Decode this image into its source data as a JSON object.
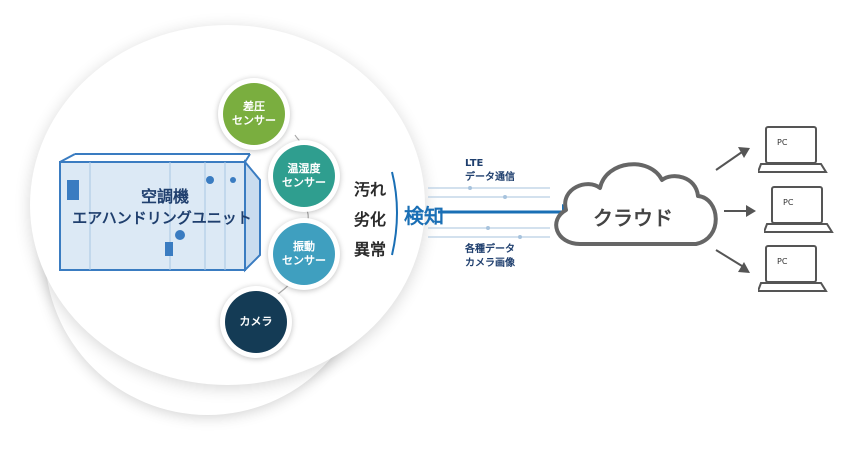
{
  "unit": {
    "line1": "空調機",
    "line2": "エアハンドリングユニット"
  },
  "sensors": [
    {
      "label": "差圧\nセンサー",
      "color": "#7aae3f"
    },
    {
      "label": "温湿度\nセンサー",
      "color": "#2f9e8f"
    },
    {
      "label": "振動\nセンサー",
      "color": "#3f9fbf"
    },
    {
      "label": "カメラ",
      "color": "#143b55"
    }
  ],
  "conditions": [
    "汚れ",
    "劣化",
    "異常"
  ],
  "detect": "検知",
  "upper_label": {
    "line1": "LTE",
    "line2": "データ通信"
  },
  "lower_label": {
    "line1": "各種データ",
    "line2": "カメラ画像"
  },
  "cloud": "クラウド",
  "pcs": [
    "PC",
    "PC",
    "PC"
  ],
  "colors": {
    "accent": "#1a6fb5",
    "unit_fill": "#dce9f5",
    "unit_stroke": "#3a7cc1",
    "cloud_stroke": "#666666"
  }
}
